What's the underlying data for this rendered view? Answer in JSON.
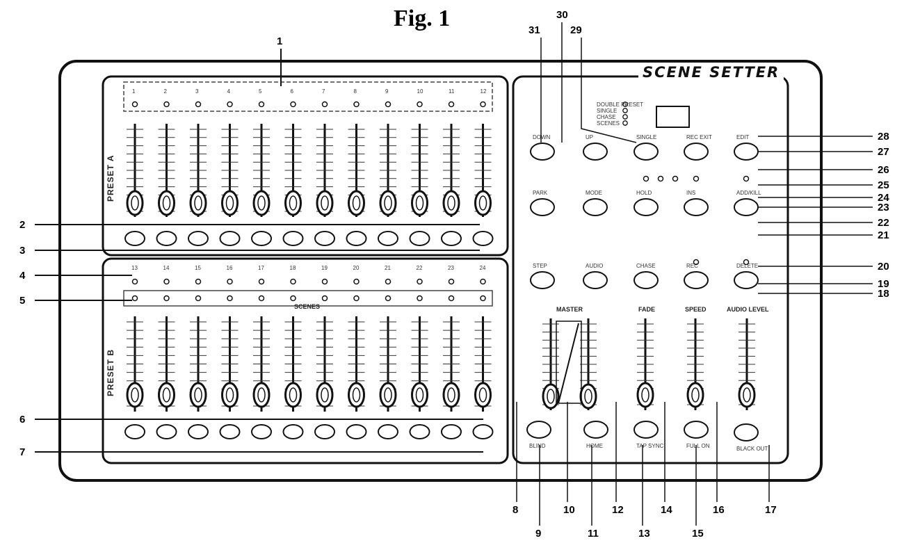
{
  "figure": {
    "title": "Fig. 1",
    "brand": "SCENE SETTER"
  },
  "preset_labels": {
    "a": "PRESET A",
    "b": "PRESET B"
  },
  "scenes_label": "SCENES",
  "section_labels": {
    "master": "MASTER",
    "fade": "FADE",
    "speed": "SPEED",
    "audio": "AUDIO LEVEL"
  },
  "channel_numbers_a": [
    "1",
    "2",
    "3",
    "4",
    "5",
    "6",
    "7",
    "8",
    "9",
    "10",
    "11",
    "12"
  ],
  "channel_numbers_b": [
    "13",
    "14",
    "15",
    "16",
    "17",
    "18",
    "19",
    "20",
    "21",
    "22",
    "23",
    "24"
  ],
  "callouts_left": [
    "1",
    "2",
    "3",
    "4",
    "5",
    "6",
    "7"
  ],
  "callouts_right": [
    "28",
    "27",
    "26",
    "25",
    "24",
    "23",
    "22",
    "21",
    "20",
    "19",
    "18"
  ],
  "callouts_top": [
    "31",
    "30",
    "29"
  ],
  "callouts_bottom": [
    "8",
    "9",
    "10",
    "11",
    "12",
    "13",
    "14",
    "15",
    "16",
    "17"
  ],
  "button_labels": {
    "row1": [
      "DOWN",
      "UP",
      "SINGLE",
      "REC EXIT",
      "EDIT"
    ],
    "row2": [
      "PARK",
      "MODE",
      "HOLD",
      "INS",
      "ADD/KILL"
    ],
    "row3": [
      "STEP",
      "AUDIO",
      "CHASE",
      "REC",
      "DELETE"
    ],
    "bottom": [
      "BLIND",
      "HOME",
      "TAP SYNC",
      "FULL ON",
      "BLACK OUT"
    ]
  },
  "mode_leds": [
    "DOUBLE PRESET",
    "SINGLE",
    "CHASE",
    "SCENES"
  ]
}
